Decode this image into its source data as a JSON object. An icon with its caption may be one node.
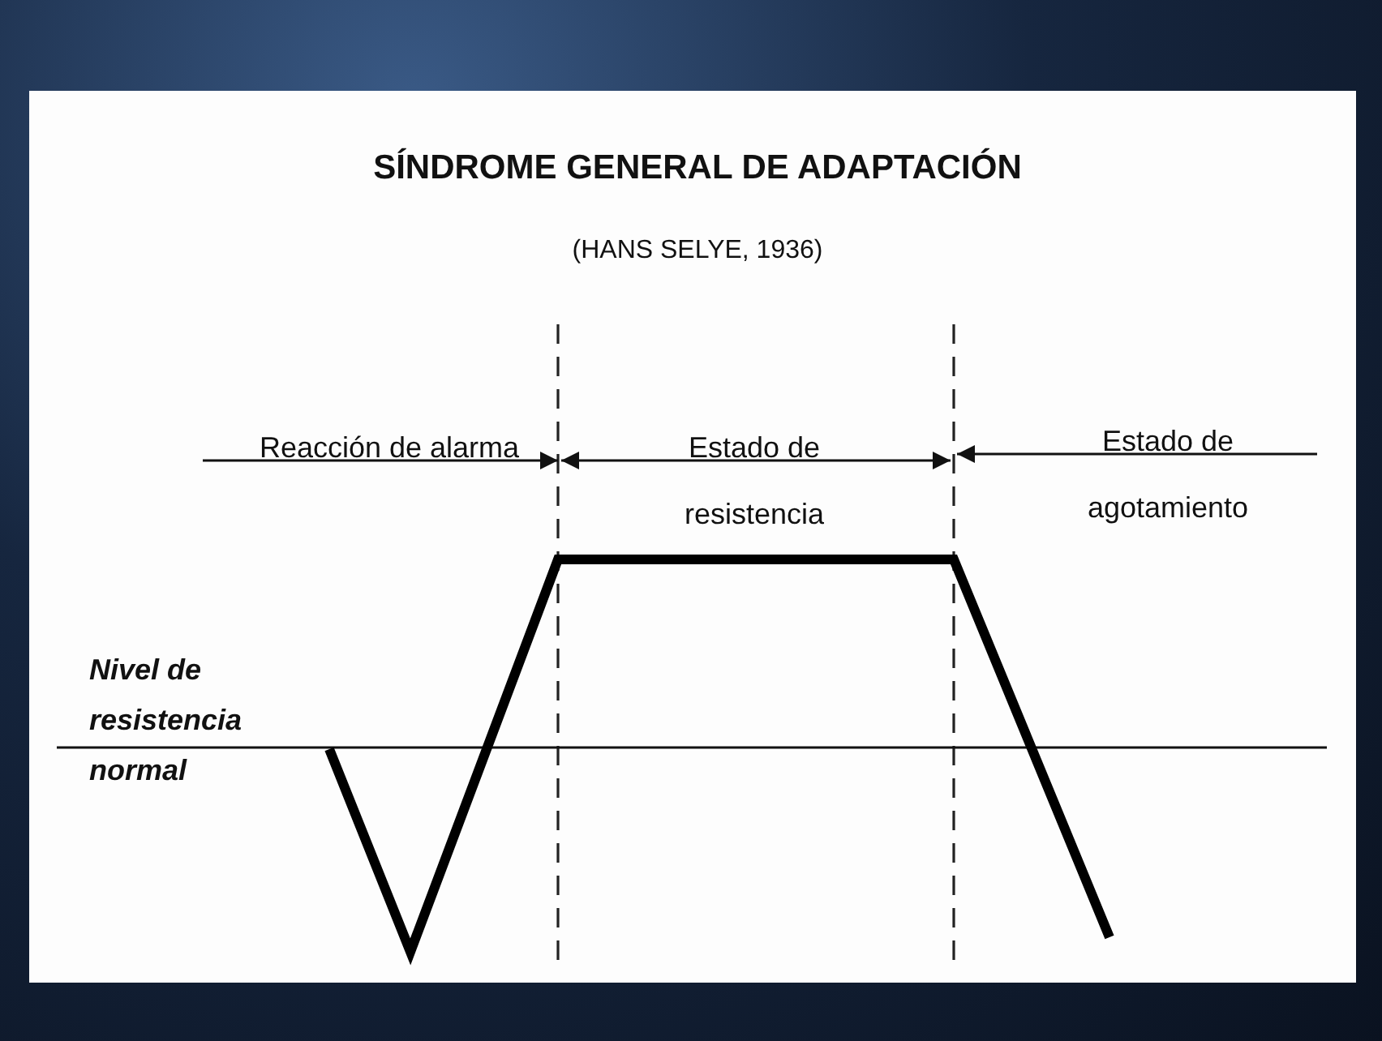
{
  "diagram": {
    "title": "SÍNDROME GENERAL DE ADAPTACIÓN",
    "labels": [
      "(HANS SELYE, 1936)",
      "Reacción de alarma",
      "Estado de resistencia",
      "Estado de agotamiento",
      "Nivel de resistencia normal"
    ]
  }
}
